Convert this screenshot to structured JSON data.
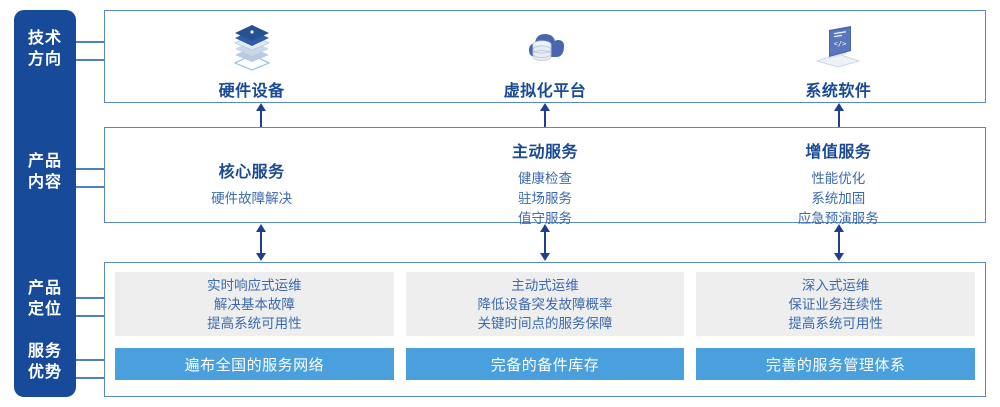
{
  "colors": {
    "rail_navy": "#174a99",
    "panel_border": "#5a87c9",
    "heading_blue": "#1a4a93",
    "body_blue": "#3b6aae",
    "gray_fill": "#eeeeee",
    "advantage_blue": "#49a0dc",
    "arrow_navy": "#1f3f8f"
  },
  "rail": {
    "labels": [
      {
        "text": "技术\n方向",
        "name": "rail-label-technology-direction"
      },
      {
        "text": "产品\n内容",
        "name": "rail-label-product-content"
      },
      {
        "text": "产品\n定位",
        "name": "rail-label-product-positioning"
      },
      {
        "text": "服务\n优势",
        "name": "rail-label-service-advantage"
      }
    ]
  },
  "technology": {
    "items": [
      {
        "label": "硬件设备",
        "icon": "server-stack-icon"
      },
      {
        "label": "虚拟化平台",
        "icon": "cloud-database-icon"
      },
      {
        "label": "系统软件",
        "icon": "laptop-code-icon"
      }
    ]
  },
  "product_content": {
    "columns": [
      {
        "title": "核心服务",
        "items": [
          "硬件故障解决"
        ]
      },
      {
        "title": "主动服务",
        "items": [
          "健康检查",
          "驻场服务",
          "值守服务"
        ]
      },
      {
        "title": "增值服务",
        "items": [
          "性能优化",
          "系统加固",
          "应急预演服务"
        ]
      }
    ]
  },
  "product_positioning": {
    "columns": [
      {
        "lines": [
          "实时响应式运维",
          "解决基本故障",
          "提高系统可用性"
        ]
      },
      {
        "lines": [
          "主动式运维",
          "降低设备突发故障概率",
          "关键时间点的服务保障"
        ]
      },
      {
        "lines": [
          "深入式运维",
          "保证业务连续性",
          "提高系统可用性"
        ]
      }
    ]
  },
  "service_advantage": {
    "items": [
      "遍布全国的服务网络",
      "完备的备件库存",
      "完善的服务管理体系"
    ]
  }
}
